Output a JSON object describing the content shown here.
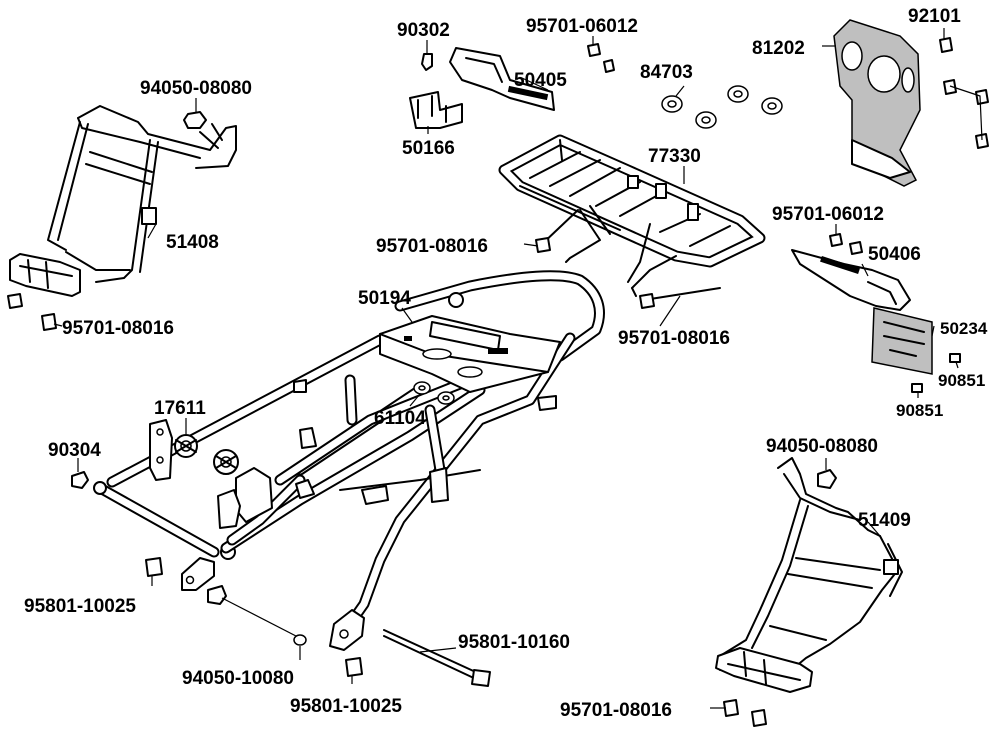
{
  "diagram": {
    "labels": {
      "p90302": "90302",
      "p95701_06012_a": "95701-06012",
      "p50405": "50405",
      "p84703": "84703",
      "p81202": "81202",
      "p92101": "92101",
      "p94050_08080_a": "94050-08080",
      "p50166": "50166",
      "p77330": "77330",
      "p51408": "51408",
      "p95701_08016_a": "95701-08016",
      "p95701_06012_b": "95701-06012",
      "p50406": "50406",
      "p50194": "50194",
      "p95701_08016_b": "95701-08016",
      "p95701_08016_c": "95701-08016",
      "p50234": "50234",
      "p17611": "17611",
      "p61104": "61104",
      "p90851_a": "90851",
      "p90851_b": "90851",
      "p90304": "90304",
      "p94050_08080_b": "94050-08080",
      "p51409": "51409",
      "p95801_10025_a": "95801-10025",
      "p95801_10160": "95801-10160",
      "p94050_10080": "94050-10080",
      "p95801_10025_b": "95801-10025",
      "p95701_08016_d": "95701-08016"
    }
  }
}
